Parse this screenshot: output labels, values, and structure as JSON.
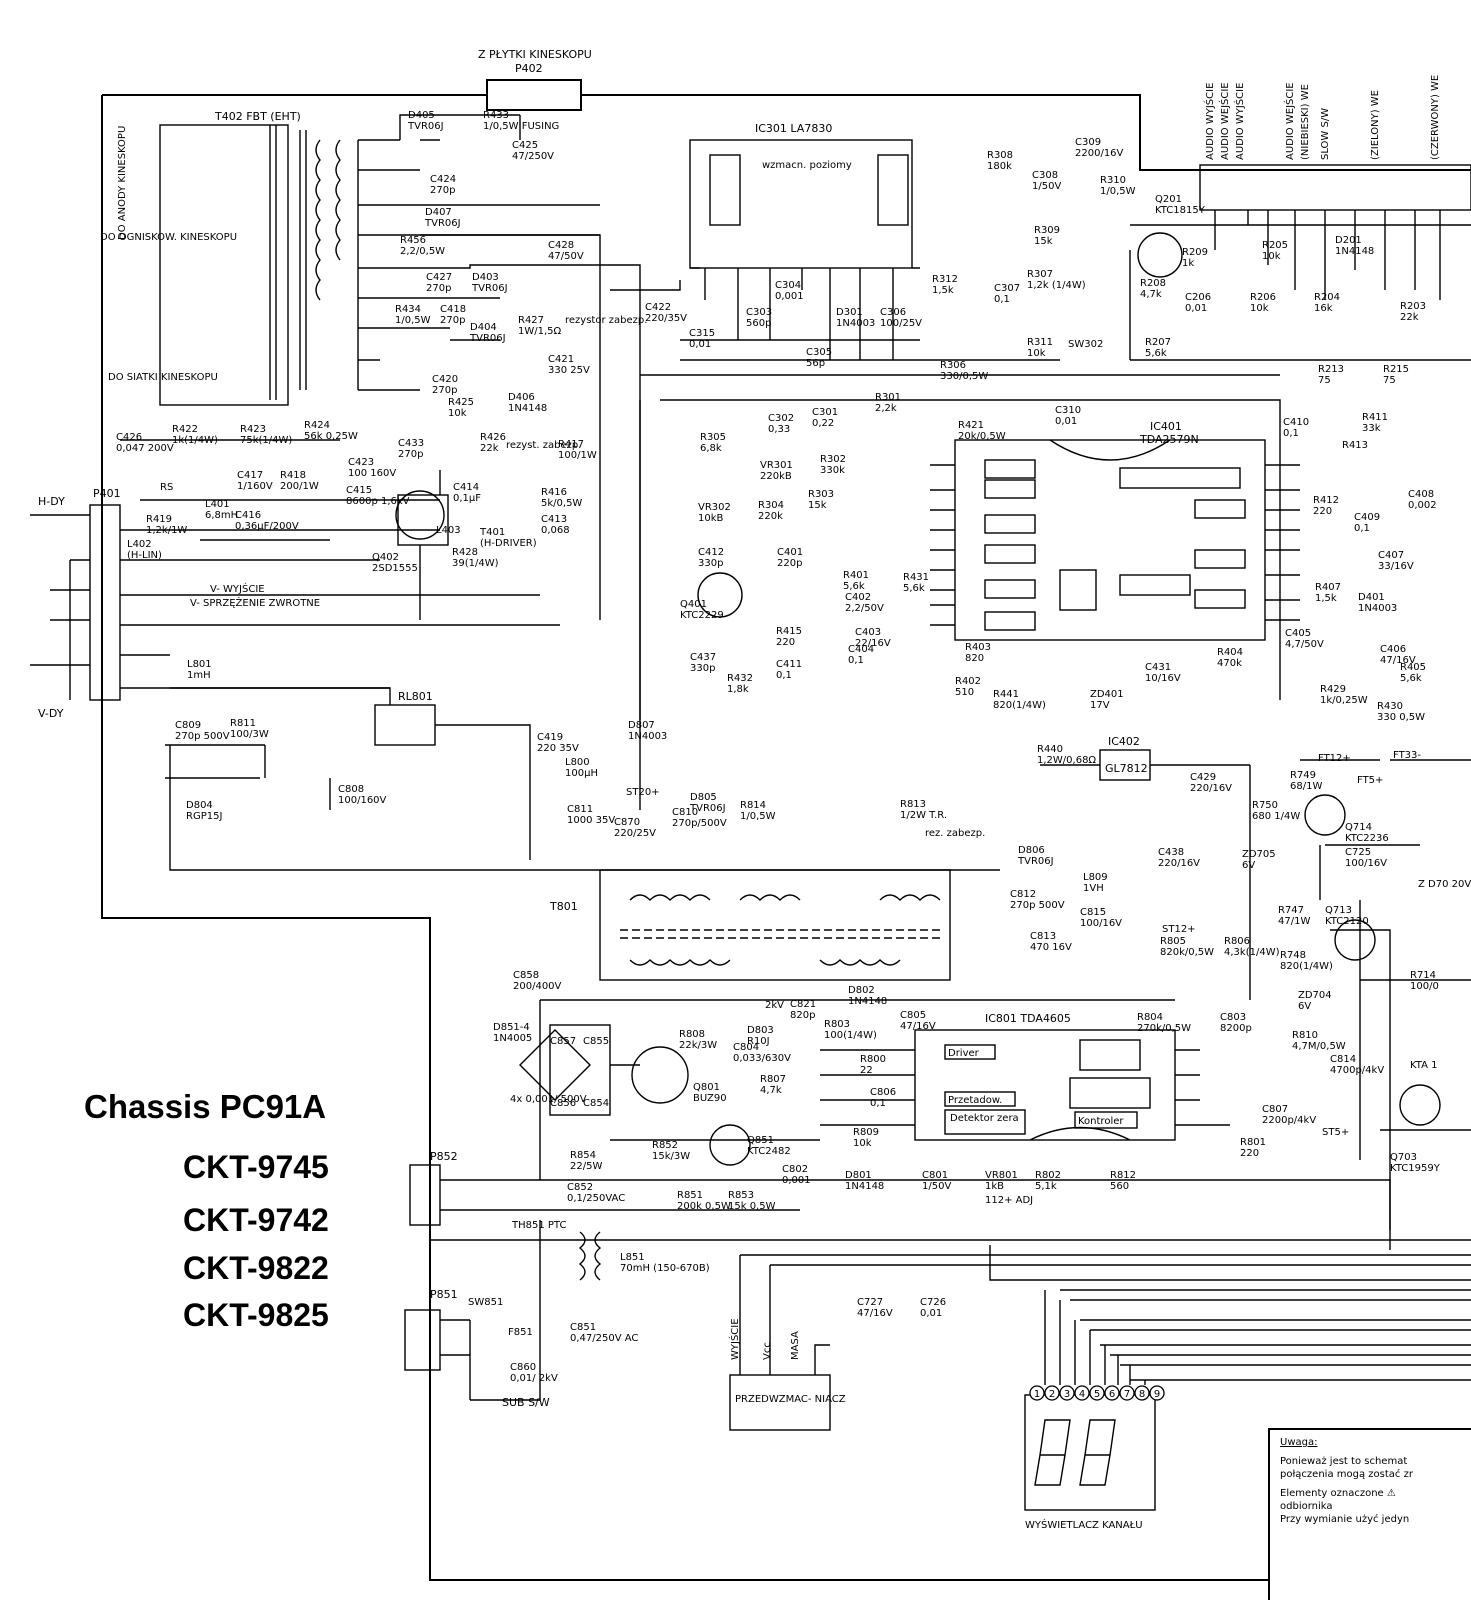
{
  "models": {
    "chassis": "Chassis PC91A",
    "ckt1": "CKT-9745",
    "ckt2": "CKT-9742",
    "ckt3": "CKT-9822",
    "ckt4": "CKT-9825"
  },
  "header": {
    "plytka": "Z PŁYTKI KINESKOPU",
    "p402": "P402"
  },
  "ic": {
    "ic301": "IC301  LA7830",
    "ic301_inner": "wzmacn. poziomy",
    "ic401": "IC401",
    "ic401_type": "TDA2579N",
    "ic402": "IC402",
    "ic402_type": "GL7812",
    "ic801": "IC801  TDA4605",
    "driver": "Driver",
    "przetadow": "Przetadow.",
    "detektor": "Detektor zera",
    "kontroler": "Kontroler"
  },
  "connectors": {
    "p401": "P401",
    "hdy": "H-DY",
    "vdy": "V-DY",
    "v_wyjscie": "V- WYJŚCIE",
    "v_sprzezenie": "V- SPRZĘŻENIE ZWROTNE",
    "p852": "P852",
    "p851": "P851",
    "rl801": "RL801",
    "t801": "T801",
    "t402": "T402 FBT (EHT)",
    "anody": "DO ANODY KINESKOPU",
    "ogniskow": "DO OGNISKOW. KINESKOPU",
    "siatki": "DO SIATKI KINESKOPU",
    "sub_sw": "SUB S/W",
    "sw851": "SW851",
    "f851": "F851",
    "th851": "TH851 PTC",
    "wyjscie_vcc_masa": [
      "WYJŚCIE",
      "Vcc",
      "MASA"
    ],
    "przedwzm": "PRZEDWZMAC- NIACZ",
    "wyswietlacz": "WYŚWIETLACZ KANAŁU",
    "pins": [
      "1",
      "2",
      "3",
      "4",
      "5",
      "6",
      "7",
      "8",
      "9"
    ]
  },
  "right_header": [
    "AUDIO WYJŚCIE",
    "AUDIO WEJŚCIE",
    "AUDIO WYJŚCIE",
    "AUDIO WEJŚCIE",
    "(NIEBIESKI) WE",
    "SLOW S/W",
    "(ZIELONY) WE",
    "(CZERWONY) WE"
  ],
  "components": [
    {
      "id": "R433",
      "v": "1/0,5W FUSING"
    },
    {
      "id": "C425",
      "v": "47/250V"
    },
    {
      "id": "D405",
      "v": "TVR06J"
    },
    {
      "id": "C424",
      "v": "270p"
    },
    {
      "id": "D407",
      "v": "TVR06J"
    },
    {
      "id": "R456",
      "v": "2,2/0,5W"
    },
    {
      "id": "C428",
      "v": "47/50V"
    },
    {
      "id": "C427",
      "v": "270p"
    },
    {
      "id": "D403",
      "v": "TVR06J"
    },
    {
      "id": "R434",
      "v": "1/0,5W"
    },
    {
      "id": "C418",
      "v": "270p"
    },
    {
      "id": "D404",
      "v": "TVR06J"
    },
    {
      "id": "R427",
      "v": "1W/1,5Ω"
    },
    {
      "id": "C421",
      "v": "330 25V"
    },
    {
      "id": "C420",
      "v": "270p"
    },
    {
      "id": "R425",
      "v": "10k"
    },
    {
      "id": "D406",
      "v": "1N4148"
    },
    {
      "id": "C426",
      "v": "0,047 200V"
    },
    {
      "id": "R422",
      "v": "1k(1/4W)"
    },
    {
      "id": "R423",
      "v": "75k(1/4W)"
    },
    {
      "id": "R424",
      "v": "56k 0,25W"
    },
    {
      "id": "C433",
      "v": "270p"
    },
    {
      "id": "C423",
      "v": "100 160V"
    },
    {
      "id": "R426",
      "v": "22k"
    },
    {
      "id": "R417",
      "v": "100/1W"
    },
    {
      "id": "C417",
      "v": "1/160V"
    },
    {
      "id": "R418",
      "v": "200/1W"
    },
    {
      "id": "C415",
      "v": "8600p 1,6kV"
    },
    {
      "id": "C414",
      "v": "0,1µF"
    },
    {
      "id": "R416",
      "v": "5k/0,5W"
    },
    {
      "id": "C413",
      "v": "0,068"
    },
    {
      "id": "RS",
      "v": ""
    },
    {
      "id": "R419",
      "v": "1,2k/1W"
    },
    {
      "id": "L401",
      "v": "6,8mH"
    },
    {
      "id": "L402",
      "v": "(H-LIN)"
    },
    {
      "id": "C416",
      "v": "0,36µF/200V"
    },
    {
      "id": "L403",
      "v": ""
    },
    {
      "id": "R428",
      "v": "39(1/4W)"
    },
    {
      "id": "T401",
      "v": "(H-DRIVER)"
    },
    {
      "id": "Q402",
      "v": "2SD1555"
    },
    {
      "id": "L801",
      "v": "1mH"
    },
    {
      "id": "C809",
      "v": "270p 500V"
    },
    {
      "id": "R811",
      "v": "100/3W"
    },
    {
      "id": "D804",
      "v": "RGP15J"
    },
    {
      "id": "C808",
      "v": "100/160V"
    },
    {
      "id": "C419",
      "v": "220 35V"
    },
    {
      "id": "D807",
      "v": "1N4003"
    },
    {
      "id": "L800",
      "v": "100µH"
    },
    {
      "id": "ST20+",
      "v": ""
    },
    {
      "id": "D805",
      "v": "TVR06J"
    },
    {
      "id": "C811",
      "v": "1000 35V"
    },
    {
      "id": "C870",
      "v": "220/25V"
    },
    {
      "id": "C810",
      "v": "270p/500V"
    },
    {
      "id": "R814",
      "v": "1/0,5W"
    },
    {
      "id": "R813",
      "v": "1/2W T.R."
    },
    {
      "id": "C422",
      "v": "220/35V"
    },
    {
      "id": "C315",
      "v": "0,01"
    },
    {
      "id": "C303",
      "v": "560p"
    },
    {
      "id": "C304",
      "v": "0,001"
    },
    {
      "id": "D301",
      "v": "1N4003"
    },
    {
      "id": "C306",
      "v": "100/25V"
    },
    {
      "id": "C305",
      "v": "56p"
    },
    {
      "id": "R312",
      "v": "1,5k"
    },
    {
      "id": "R306",
      "v": "330/0,5W"
    },
    {
      "id": "C307",
      "v": "0,1"
    },
    {
      "id": "R307",
      "v": "1,2k (1/4W)"
    },
    {
      "id": "R311",
      "v": "10k"
    },
    {
      "id": "SW302",
      "v": ""
    },
    {
      "id": "R308",
      "v": "180k"
    },
    {
      "id": "C308",
      "v": "1/50V"
    },
    {
      "id": "C309",
      "v": "2200/16V"
    },
    {
      "id": "R310",
      "v": "1/0,5W"
    },
    {
      "id": "R309",
      "v": "15k"
    },
    {
      "id": "Q201",
      "v": "KTC1815Y"
    },
    {
      "id": "R209",
      "v": "1k"
    },
    {
      "id": "R208",
      "v": "4,7k"
    },
    {
      "id": "C206",
      "v": "0,01"
    },
    {
      "id": "R207",
      "v": "5,6k"
    },
    {
      "id": "R205",
      "v": "10k"
    },
    {
      "id": "R206",
      "v": "10k"
    },
    {
      "id": "D201",
      "v": "1N4148"
    },
    {
      "id": "R204",
      "v": "16k"
    },
    {
      "id": "R203",
      "v": "22k"
    },
    {
      "id": "R213",
      "v": "75"
    },
    {
      "id": "R215",
      "v": "75"
    },
    {
      "id": "R305",
      "v": "6,8k"
    },
    {
      "id": "R301",
      "v": "2,2k"
    },
    {
      "id": "C302",
      "v": "0,33"
    },
    {
      "id": "C301",
      "v": "0,22"
    },
    {
      "id": "VR301",
      "v": "220kB"
    },
    {
      "id": "R302",
      "v": "330k"
    },
    {
      "id": "R303",
      "v": "15k"
    },
    {
      "id": "R304",
      "v": "220k"
    },
    {
      "id": "VR302",
      "v": "10kB"
    },
    {
      "id": "R421",
      "v": "20k/0,5W"
    },
    {
      "id": "C310",
      "v": "0,01"
    },
    {
      "id": "C412",
      "v": "330p"
    },
    {
      "id": "C401",
      "v": "220p"
    },
    {
      "id": "Q401",
      "v": "KTC2229"
    },
    {
      "id": "R401",
      "v": "5,6k"
    },
    {
      "id": "R431",
      "v": "5,6k"
    },
    {
      "id": "C402",
      "v": "2,2/50V"
    },
    {
      "id": "C403",
      "v": "22/16V"
    },
    {
      "id": "R415",
      "v": "220"
    },
    {
      "id": "C437",
      "v": "330p"
    },
    {
      "id": "C411",
      "v": "0,1"
    },
    {
      "id": "R432",
      "v": "1,8k"
    },
    {
      "id": "C404",
      "v": "0,1"
    },
    {
      "id": "R403",
      "v": "820"
    },
    {
      "id": "R402",
      "v": "510"
    },
    {
      "id": "R441",
      "v": "820(1/4W)"
    },
    {
      "id": "ZD401",
      "v": "17V"
    },
    {
      "id": "C431",
      "v": "10/16V"
    },
    {
      "id": "R404",
      "v": "470k"
    },
    {
      "id": "C410",
      "v": "0,1"
    },
    {
      "id": "R411",
      "v": "33k"
    },
    {
      "id": "R413",
      "v": ""
    },
    {
      "id": "R412",
      "v": "220"
    },
    {
      "id": "C409",
      "v": "0,1"
    },
    {
      "id": "C408",
      "v": "0,002"
    },
    {
      "id": "C407",
      "v": "33/16V"
    },
    {
      "id": "R407",
      "v": "1,5k"
    },
    {
      "id": "D401",
      "v": "1N4003"
    },
    {
      "id": "C405",
      "v": "4,7/50V"
    },
    {
      "id": "C406",
      "v": "47/16V"
    },
    {
      "id": "R405",
      "v": "5,6k"
    },
    {
      "id": "R429",
      "v": "1k/0,25W"
    },
    {
      "id": "R430",
      "v": "330 0,5W"
    },
    {
      "id": "R440",
      "v": "1,2W/0,68Ω"
    },
    {
      "id": "C429",
      "v": "220/16V"
    },
    {
      "id": "FT12+",
      "v": ""
    },
    {
      "id": "FT33-",
      "v": ""
    },
    {
      "id": "FT5+",
      "v": ""
    },
    {
      "id": "R749",
      "v": "68/1W"
    },
    {
      "id": "R750",
      "v": "680 1/4W"
    },
    {
      "id": "Q714",
      "v": "KTC2236"
    },
    {
      "id": "C438",
      "v": "220/16V"
    },
    {
      "id": "ZD705",
      "v": "6V"
    },
    {
      "id": "C725",
      "v": "100/16V"
    },
    {
      "id": "D806",
      "v": "TVR06J"
    },
    {
      "id": "L809",
      "v": "1VH"
    },
    {
      "id": "C812",
      "v": "270p 500V"
    },
    {
      "id": "C813",
      "v": "470 16V"
    },
    {
      "id": "C815",
      "v": "100/16V"
    },
    {
      "id": "ST12+",
      "v": ""
    },
    {
      "id": "R805",
      "v": "820k/0,5W"
    },
    {
      "id": "R806",
      "v": "4,3k(1/4W)"
    },
    {
      "id": "R747",
      "v": "47/1W"
    },
    {
      "id": "Q713",
      "v": "KTC2120"
    },
    {
      "id": "R748",
      "v": "820(1/4W)"
    },
    {
      "id": "ZD704",
      "v": "6V"
    },
    {
      "id": "C858",
      "v": "200/400V"
    },
    {
      "id": "C821",
      "v": "820p"
    },
    {
      "id": "D802",
      "v": "1N4148"
    },
    {
      "id": "R808",
      "v": "22k/3W"
    },
    {
      "id": "D803",
      "v": "R10J"
    },
    {
      "id": "R803",
      "v": "100(1/4W)"
    },
    {
      "id": "C805",
      "v": "47/16V"
    },
    {
      "id": "R804",
      "v": "270k/0,5W"
    },
    {
      "id": "C803",
      "v": "8200p"
    },
    {
      "id": "R810",
      "v": "4,7M/0,5W"
    },
    {
      "id": "C814",
      "v": "4700p/4kV"
    },
    {
      "id": "C807",
      "v": "2200p/4kV"
    },
    {
      "id": "D851-4",
      "v": "1N4005"
    },
    {
      "id": "C857",
      "v": ""
    },
    {
      "id": "C855",
      "v": ""
    },
    {
      "id": "C856",
      "v": ""
    },
    {
      "id": "C854",
      "v": ""
    },
    {
      "id": "C804",
      "v": "0,033/630V"
    },
    {
      "id": "Q801",
      "v": "BUZ90"
    },
    {
      "id": "R807",
      "v": "4,7k"
    },
    {
      "id": "R800",
      "v": "22"
    },
    {
      "id": "C806",
      "v": "0,1"
    },
    {
      "id": "R809",
      "v": "10k"
    },
    {
      "id": "R854",
      "v": "22/5W"
    },
    {
      "id": "R852",
      "v": "15k/3W"
    },
    {
      "id": "Q851",
      "v": "KTC2482"
    },
    {
      "id": "C852",
      "v": "0,1/250VAC"
    },
    {
      "id": "R851",
      "v": "200k 0,5W"
    },
    {
      "id": "R853",
      "v": "15k 0,5W"
    },
    {
      "id": "C802",
      "v": "0,001"
    },
    {
      "id": "D801",
      "v": "1N4148"
    },
    {
      "id": "C801",
      "v": "1/50V"
    },
    {
      "id": "VR801",
      "v": "1kB"
    },
    {
      "id": "R802",
      "v": "5,1k"
    },
    {
      "id": "R812",
      "v": "560"
    },
    {
      "id": "R801",
      "v": "220"
    },
    {
      "id": "ST5+",
      "v": ""
    },
    {
      "id": "Q703",
      "v": "KTC1959Y"
    },
    {
      "id": "R714",
      "v": "100/0"
    },
    {
      "id": "L851",
      "v": "70mH (150-670B)"
    },
    {
      "id": "C851",
      "v": "0,47/250V AC"
    },
    {
      "id": "C860",
      "v": "0,01/ 2kV"
    },
    {
      "id": "C727",
      "v": "47/16V"
    },
    {
      "id": "C726",
      "v": "0,01"
    }
  ],
  "misc_text": {
    "rez_zabezp": "rez. zabezp.",
    "rezystor_zabezp": "rezystor zabezp.",
    "rezyst_zabezp": "rezyst. zabezp.",
    "twovk": "2kV",
    "adj": "112+ ADJ",
    "caps_4x": "4x 0,001/ 500V",
    "zd_20v": "Z D70 20V",
    "kta": "KTA 1"
  },
  "note": {
    "heading": "Uwaga:",
    "line1": "Ponieważ jest to schemat",
    "line2": "połączenia mogą zostać zr",
    "line3": "Elementy oznaczone ⚠",
    "line4": "odbiornika",
    "line5": "Przy wymianie użyć jedyn"
  }
}
